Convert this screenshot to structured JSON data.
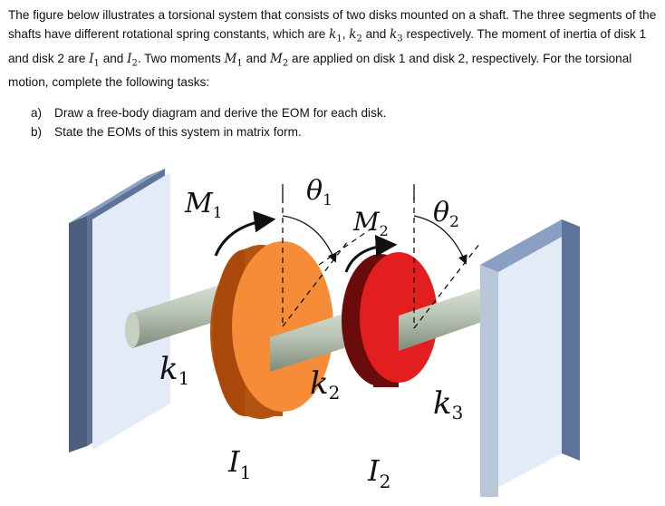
{
  "problem": {
    "p1": "The figure below illustrates a torsional system that consists of two disks mounted on a shaft. The three segments of the shafts have different rotational spring constants, which are",
    "p2": "respectively. The moment of inertia of disk 1 and disk 2 are",
    "p3": ". Two moments",
    "p4": "are applied on disk 1 and disk 2, respectively.  For the torsional motion, complete the following tasks:",
    "and": "and",
    "tasks": [
      {
        "marker": "a)",
        "text": "Draw a free-body diagram and derive the EOM for each disk."
      },
      {
        "marker": "b)",
        "text": "State the EOMs of this system in matrix form."
      }
    ]
  },
  "symbols": {
    "k": "k",
    "I": "I",
    "M": "M",
    "theta": "θ",
    "s1": "1",
    "s2": "2",
    "s3": "3",
    "comma": ","
  },
  "figure": {
    "labels": {
      "M1": [
        "M",
        "1"
      ],
      "M2": [
        "M",
        "2"
      ],
      "theta1": [
        "θ",
        "1"
      ],
      "theta2": [
        "θ",
        "2"
      ],
      "k1": [
        "k",
        "1"
      ],
      "k2": [
        "k",
        "2"
      ],
      "k3": [
        "k",
        "3"
      ],
      "I1": [
        "I",
        "1"
      ],
      "I2": [
        "I",
        "2"
      ]
    },
    "colors": {
      "wall_face": "#e2ebf6",
      "wall_edge": "#5d7397",
      "shaft": "#b8c3b3",
      "disk1_face": "#f78c38",
      "disk1_rim": "#b2530f",
      "disk2_face": "#e31e1e",
      "disk2_rim": "#6a0c0c"
    }
  }
}
